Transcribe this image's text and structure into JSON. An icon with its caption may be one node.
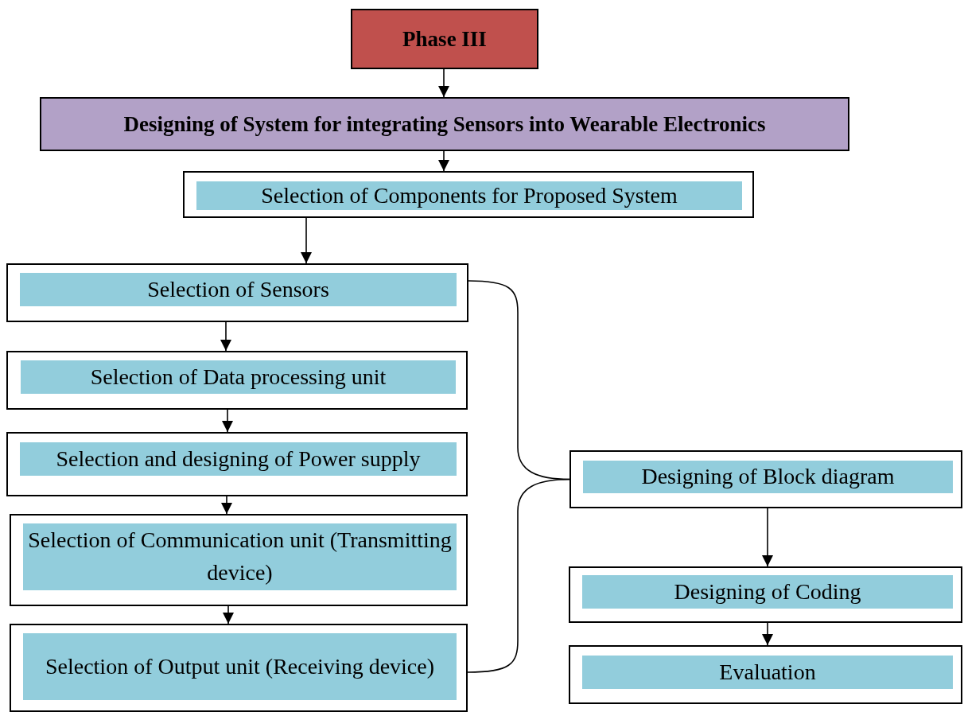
{
  "diagram": {
    "nodes": [
      {
        "text": [
          "Phase III"
        ]
      },
      {
        "text": [
          "Designing of System for integrating Sensors into Wearable Electronics"
        ]
      },
      {
        "text": [
          "Selection of Components for Proposed System"
        ]
      },
      {
        "text": [
          "Selection of Sensors"
        ]
      },
      {
        "text": [
          "Selection of Data processing unit"
        ]
      },
      {
        "text": [
          "Selection and designing of Power supply"
        ]
      },
      {
        "text": [
          "Selection of Communication unit (Transmitting device)"
        ]
      },
      {
        "text": [
          "Selection of Output unit (Receiving device)"
        ]
      },
      {
        "text": [
          "Designing of Block diagram"
        ]
      },
      {
        "text": [
          "Designing of Coding"
        ]
      },
      {
        "text": [
          "Evaluation"
        ]
      }
    ],
    "edges": [
      {
        "from": 0,
        "to": 1,
        "arrow": "to"
      },
      {
        "from": 1,
        "to": 2,
        "arrow": "to"
      },
      {
        "from": 2,
        "to": 3,
        "arrow": "to"
      },
      {
        "from": 3,
        "to": 4,
        "arrow": "to"
      },
      {
        "from": 4,
        "to": 5,
        "arrow": "to"
      },
      {
        "from": 5,
        "to": 6,
        "arrow": "to"
      },
      {
        "from": 6,
        "to": 7,
        "arrow": "to"
      },
      {
        "from": 3,
        "to": 8,
        "arrow": "none"
      },
      {
        "from": 7,
        "to": 8,
        "arrow": "none"
      },
      {
        "from": 8,
        "to": 9,
        "arrow": "to"
      },
      {
        "from": 9,
        "to": 10,
        "arrow": "to"
      }
    ]
  }
}
